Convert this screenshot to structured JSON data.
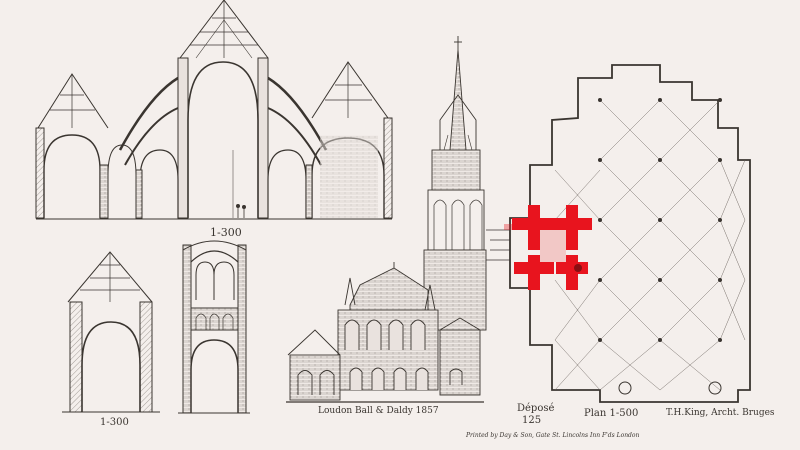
{
  "scale_labels": {
    "nave_section": "1-300",
    "bay_section": "1-300",
    "plan": "Plan 1-500"
  },
  "credits": {
    "lithographer": "Loudon Ball & Daldy 1857",
    "architect": "T.H.King, Archt. Bruges",
    "depot_label": "Déposé",
    "depot_number": "125",
    "printer": "Printed by Day & Son, Gate St. Lincolns Inn F'ds London"
  },
  "colors": {
    "paper": "#f4efec",
    "ink": "#3a3530",
    "highlight": "#e8141e"
  }
}
